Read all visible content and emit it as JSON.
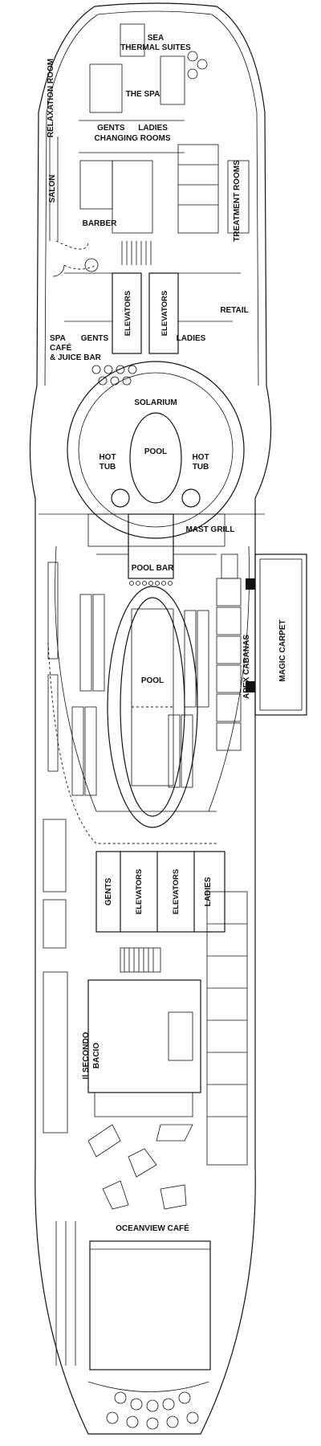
{
  "deck": {
    "ink_color": "#111111",
    "background_color": "#ffffff",
    "labels": {
      "sea_thermal_suites": [
        "SEA",
        "THERMAL SUITES"
      ],
      "the_spa": "THE SPA",
      "gents_ladies_changing": [
        "GENTS      LADIES",
        "CHANGING ROOMS"
      ],
      "relaxation_room": "RELAXATION ROOM",
      "salon": "SALON",
      "treatment_rooms": "TREATMENT ROOMS",
      "barber": "BARBER",
      "elevators": "ELEVATORS",
      "gents": "GENTS",
      "ladies": "LADIES",
      "retail": "RETAIL",
      "spa_cafe": [
        "SPA",
        "CAFÉ",
        "& JUICE BAR"
      ],
      "solarium": "SOLARIUM",
      "hot_tub": [
        "HOT",
        "TUB"
      ],
      "pool": "POOL",
      "mast_grill": "MAST GRILL",
      "pool_bar": "POOL BAR",
      "apex_cabanas": "APEX CABANAS",
      "magic_carpet": "MAGIC CARPET",
      "il_secondo_bacio": [
        "Il SECONDO",
        "BACIO"
      ],
      "oceanview_cafe": "OCEANVIEW CAFÉ"
    }
  }
}
